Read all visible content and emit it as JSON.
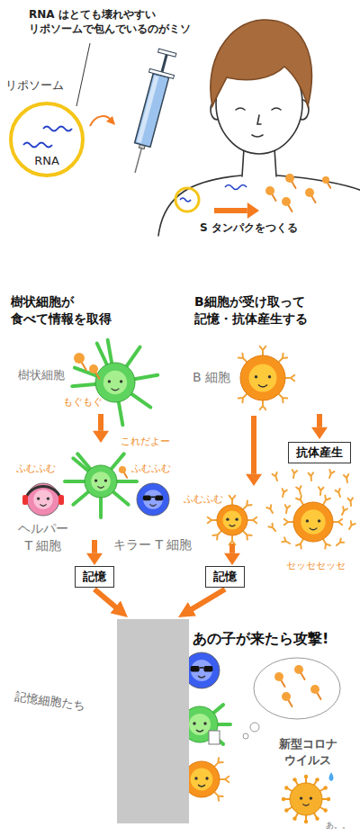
{
  "diagram": {
    "nodes": [
      {
        "text": [
          "リポソーム",
          "RNA"
        ]
      },
      {
        "text": [
          "抗体産生"
        ]
      },
      {
        "text": [
          "記憶"
        ]
      },
      {
        "text": [
          "記憶"
        ]
      },
      {
        "text": [
          "記憶細胞たち"
        ]
      }
    ],
    "edges": [
      {
        "from": 2,
        "to": 4,
        "arrow": "to"
      },
      {
        "from": 3,
        "to": 4,
        "arrow": "to"
      }
    ],
    "labels": [
      "RNA はとても壊れやすい リポソームで包んでいるのがミソ",
      "S タンパクをつくる",
      "樹状細胞が 食べて情報を取得",
      "B細胞が受け取って 記憶・抗体産生する",
      "樹状細胞",
      "もぐもぐ",
      "B 細胞",
      "これだよー",
      "ふむふむ",
      "ふむふむ",
      "ヘルパー T 細胞",
      "キラー T 細胞",
      "ふむふむ",
      "セッセセッセ",
      "あの子が来たら攻撃!",
      "新型コロナ ウイルス",
      "あ。。"
    ]
  }
}
